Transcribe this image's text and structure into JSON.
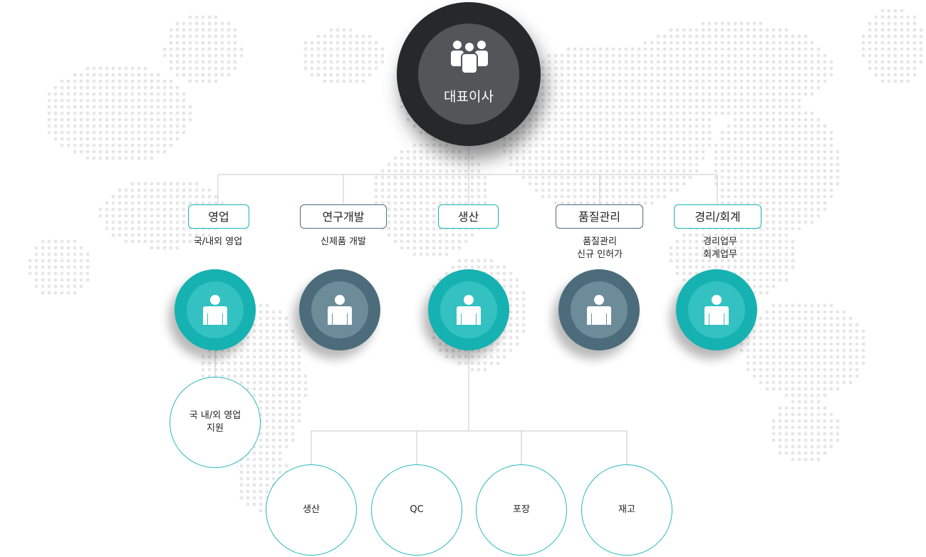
{
  "ceo": {
    "title": "대표이사",
    "icon": "group-people-icon"
  },
  "departments": [
    {
      "name": "영업",
      "desc": [
        "국/내외 영업"
      ],
      "color": "#16b1b1",
      "icon": "person-icon"
    },
    {
      "name": "연구개발",
      "desc": [
        "신제품 개발"
      ],
      "color": "#4c6c7b",
      "icon": "person-icon"
    },
    {
      "name": "생산",
      "desc": [],
      "color": "#16b1b1",
      "icon": "person-icon"
    },
    {
      "name": "품질관리",
      "desc": [
        "품질관리",
        "신규 인허가"
      ],
      "color": "#4c6c7b",
      "icon": "person-icon"
    },
    {
      "name": "경리/회계",
      "desc": [
        "경리업무",
        "회계업무"
      ],
      "color": "#16b1b1",
      "icon": "person-icon"
    }
  ],
  "sales_sub": {
    "line1": "국 내/외 영업",
    "line2": "지원"
  },
  "production_sub": [
    "생산",
    "QC",
    "포장",
    "재고"
  ],
  "colors": {
    "teal": "#16b1b1",
    "slate": "#4c6c7b",
    "ceo": "#26292b",
    "map_dots": "#e6e6e6"
  }
}
